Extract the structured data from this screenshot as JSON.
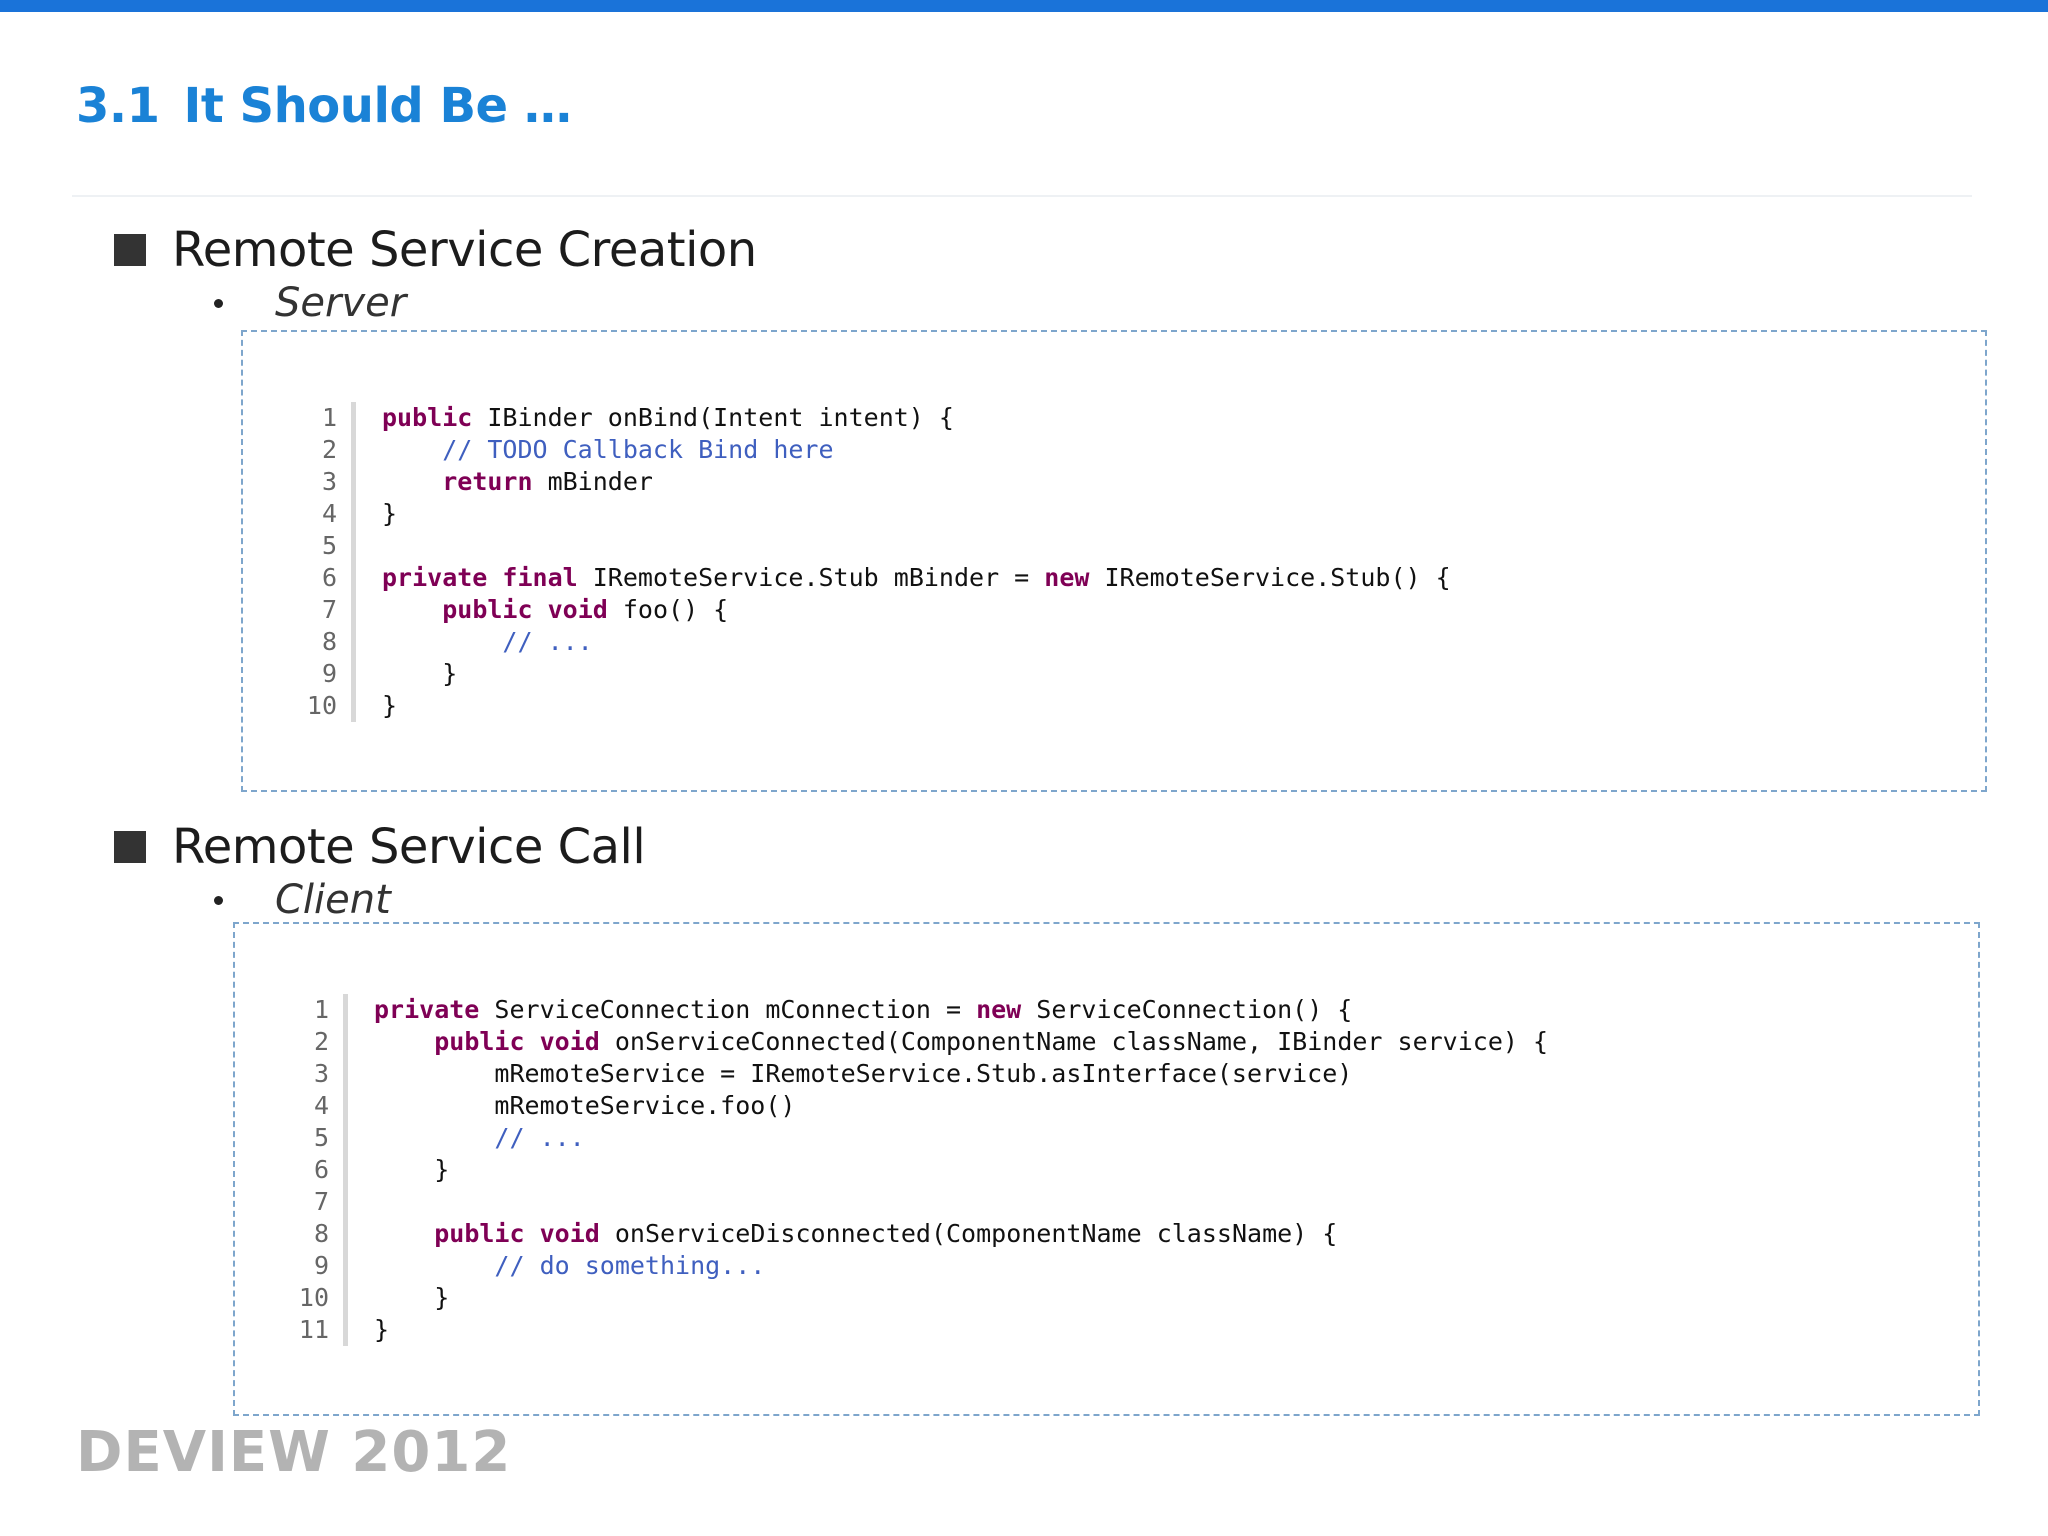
{
  "slide": {
    "number": "3.1",
    "title": "It Should Be …"
  },
  "sections": [
    {
      "heading": "Remote Service Creation",
      "sub_label": "Server",
      "code": [
        {
          "n": "1",
          "tokens": [
            {
              "t": "public",
              "k": "kw"
            },
            {
              "t": " IBinder onBind(Intent intent) {",
              "k": "code"
            }
          ]
        },
        {
          "n": "2",
          "tokens": [
            {
              "t": "    // TODO Callback Bind here",
              "k": "cm"
            }
          ]
        },
        {
          "n": "3",
          "tokens": [
            {
              "t": "    ",
              "k": "code"
            },
            {
              "t": "return",
              "k": "kw"
            },
            {
              "t": " mBinder",
              "k": "code"
            }
          ]
        },
        {
          "n": "4",
          "tokens": [
            {
              "t": "}",
              "k": "code"
            }
          ]
        },
        {
          "n": "5",
          "tokens": []
        },
        {
          "n": "6",
          "tokens": [
            {
              "t": "private",
              "k": "kw"
            },
            {
              "t": " ",
              "k": "code"
            },
            {
              "t": "final",
              "k": "kw"
            },
            {
              "t": " IRemoteService.Stub mBinder = ",
              "k": "code"
            },
            {
              "t": "new",
              "k": "kw"
            },
            {
              "t": " IRemoteService.Stub() {",
              "k": "code"
            }
          ]
        },
        {
          "n": "7",
          "tokens": [
            {
              "t": "    ",
              "k": "code"
            },
            {
              "t": "public",
              "k": "kw"
            },
            {
              "t": " ",
              "k": "code"
            },
            {
              "t": "void",
              "k": "kw"
            },
            {
              "t": " foo() {",
              "k": "code"
            }
          ]
        },
        {
          "n": "8",
          "tokens": [
            {
              "t": "        // ...",
              "k": "cm"
            }
          ]
        },
        {
          "n": "9",
          "tokens": [
            {
              "t": "    }",
              "k": "code"
            }
          ]
        },
        {
          "n": "10",
          "tokens": [
            {
              "t": "}",
              "k": "code"
            }
          ]
        }
      ]
    },
    {
      "heading": "Remote Service Call",
      "sub_label": "Client",
      "code": [
        {
          "n": "1",
          "tokens": [
            {
              "t": "private",
              "k": "kw"
            },
            {
              "t": " ServiceConnection mConnection = ",
              "k": "code"
            },
            {
              "t": "new",
              "k": "kw"
            },
            {
              "t": " ServiceConnection() {",
              "k": "code"
            }
          ]
        },
        {
          "n": "2",
          "tokens": [
            {
              "t": "    ",
              "k": "code"
            },
            {
              "t": "public",
              "k": "kw"
            },
            {
              "t": " ",
              "k": "code"
            },
            {
              "t": "void",
              "k": "kw"
            },
            {
              "t": " onServiceConnected(ComponentName className, IBinder service) {",
              "k": "code"
            }
          ]
        },
        {
          "n": "3",
          "tokens": [
            {
              "t": "        mRemoteService = IRemoteService.Stub.asInterface(service)",
              "k": "code"
            }
          ]
        },
        {
          "n": "4",
          "tokens": [
            {
              "t": "        mRemoteService.foo()",
              "k": "code"
            }
          ]
        },
        {
          "n": "5",
          "tokens": [
            {
              "t": "        // ...",
              "k": "cm"
            }
          ]
        },
        {
          "n": "6",
          "tokens": [
            {
              "t": "    }",
              "k": "code"
            }
          ]
        },
        {
          "n": "7",
          "tokens": []
        },
        {
          "n": "8",
          "tokens": [
            {
              "t": "    ",
              "k": "code"
            },
            {
              "t": "public",
              "k": "kw"
            },
            {
              "t": " ",
              "k": "code"
            },
            {
              "t": "void",
              "k": "kw"
            },
            {
              "t": " onServiceDisconnected(ComponentName className) {",
              "k": "code"
            }
          ]
        },
        {
          "n": "9",
          "tokens": [
            {
              "t": "        // do something...",
              "k": "cm"
            }
          ]
        },
        {
          "n": "10",
          "tokens": [
            {
              "t": "    }",
              "k": "code"
            }
          ]
        },
        {
          "n": "11",
          "tokens": [
            {
              "t": "}",
              "k": "code"
            }
          ]
        }
      ]
    }
  ],
  "watermark": "DEVIEW 2012",
  "colors": {
    "accent": "#1a82d6",
    "top_bar": "#1a73d9",
    "keyword": "#7f0055",
    "comment": "#3f5fbf"
  }
}
